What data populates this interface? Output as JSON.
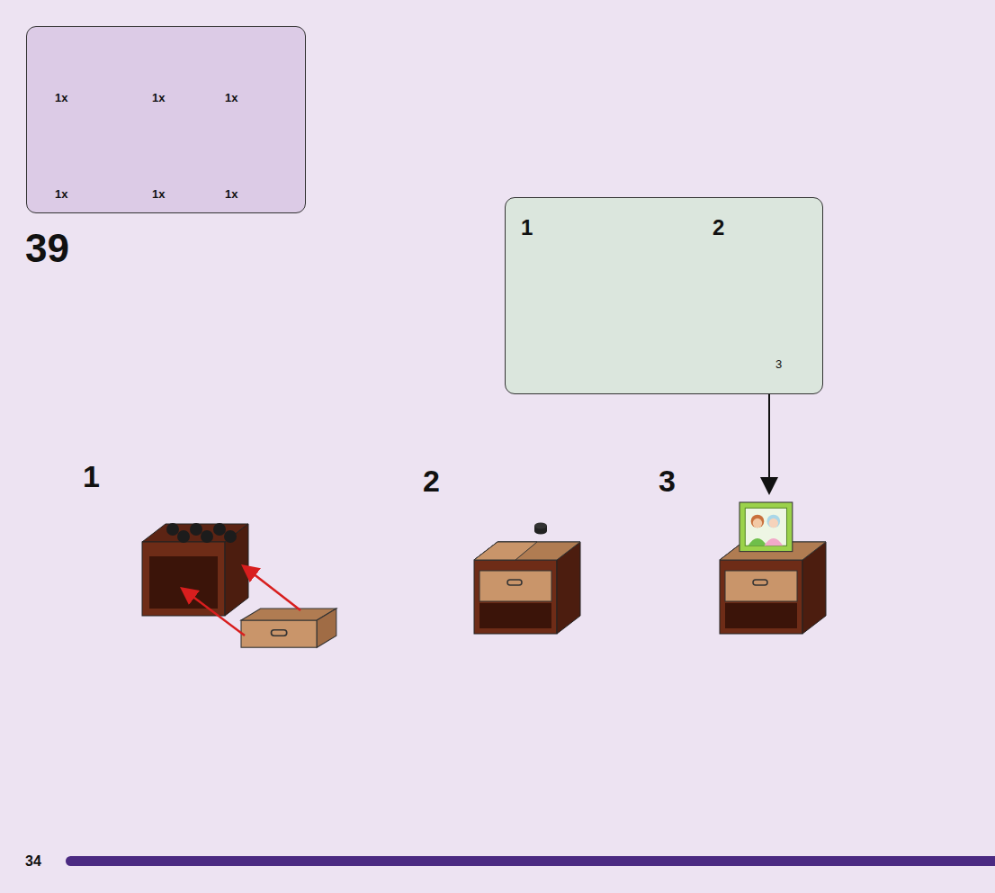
{
  "diagram": {
    "nodes": [
      {
        "text": [
          "1x",
          "1x",
          "1x",
          "1x",
          "1x",
          "1x"
        ]
      },
      {
        "text": [
          "1",
          "2",
          "3"
        ]
      }
    ],
    "labels": [
      "39",
      "1",
      "2",
      "3",
      "34"
    ]
  }
}
